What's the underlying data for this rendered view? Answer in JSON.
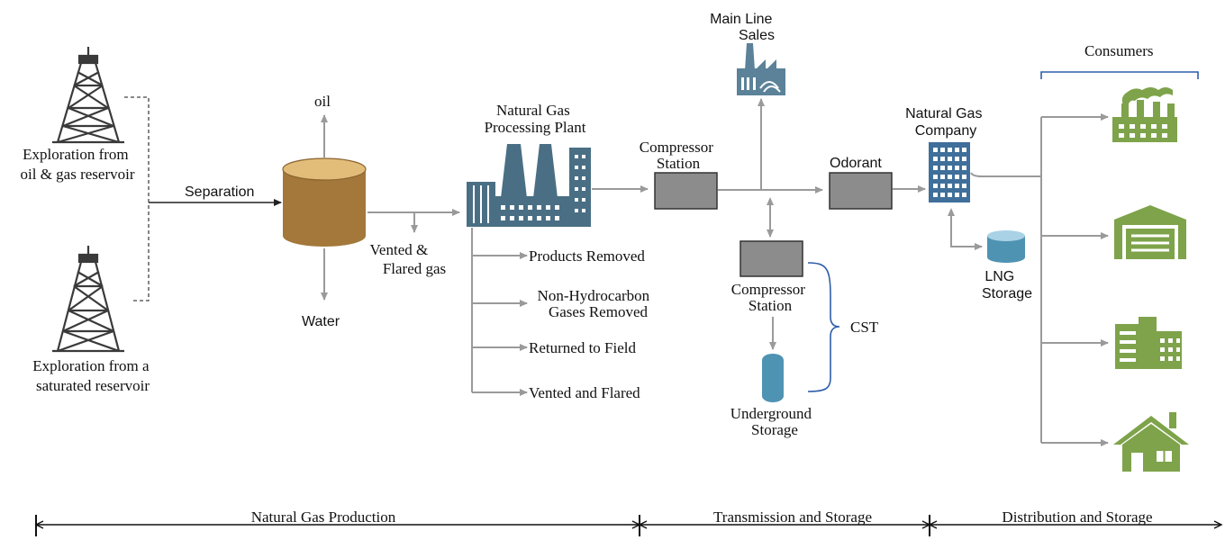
{
  "labels": {
    "explore_oil": [
      "Exploration from",
      "oil & gas reservoir"
    ],
    "explore_sat": [
      "Exploration from a",
      "saturated reservoir"
    ],
    "separation": "Separation",
    "oil": "oil",
    "water": "Water",
    "vented_flared_gas": [
      "Vented &",
      "Flared gas"
    ],
    "processing_plant": [
      "Natural Gas",
      "Processing Plant"
    ],
    "outputs": [
      "Products Removed",
      "Non-Hydrocarbon Gases Removed",
      "Returned to Field",
      "Vented and Flared"
    ],
    "compressor1": [
      "Compressor",
      "Station"
    ],
    "main_line": [
      "Main Line",
      "Sales"
    ],
    "odorant": "Odorant",
    "compressor2": [
      "Compressor",
      "Station"
    ],
    "underground": [
      "Underground",
      "Storage"
    ],
    "cst": "CST",
    "gas_company": [
      "Natural Gas",
      "Company"
    ],
    "lng": [
      "LNG",
      "Storage"
    ],
    "consumers": "Consumers"
  },
  "phases": [
    "Natural Gas Production",
    "Transmission and Storage",
    "Distribution and Storage"
  ],
  "colors": {
    "flow": "#9a9a9a",
    "tank": "#a3783a",
    "plant": "#4a6f85",
    "compressor": "#8c8c8c",
    "storage": "#4f93b3",
    "consumer": "#7ea34a",
    "bracket": "#2f5ea8"
  }
}
